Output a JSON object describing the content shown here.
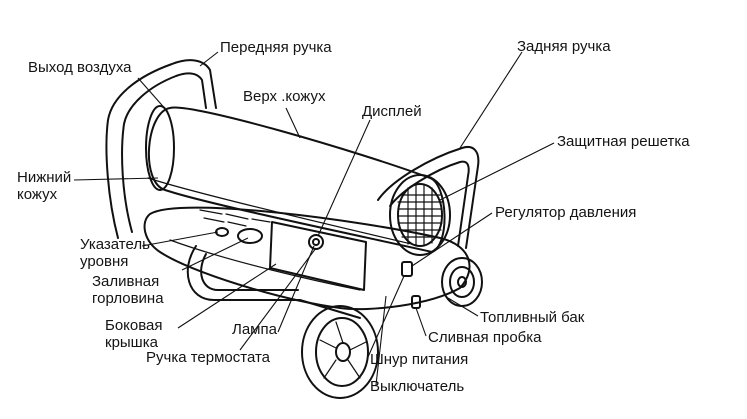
{
  "labels": {
    "air_outlet": "Выход воздуха",
    "front_handle": "Передняя ручка",
    "rear_handle": "Задняя ручка",
    "upper_casing": "Верх .кожух",
    "display": "Дисплей",
    "protective_grille": "Защитная решетка",
    "lower_casing_1": "Нижний",
    "lower_casing_2": "кожух",
    "pressure_regulator": "Регулятор давления",
    "level_indicator_1": "Указатель",
    "level_indicator_2": "уровня",
    "filler_neck_1": "Заливная",
    "filler_neck_2": "горловина",
    "side_cover_1": "Боковая",
    "side_cover_2": "крышка",
    "lamp": "Лампа",
    "thermostat_knob": "Ручка термостата",
    "fuel_tank": "Топливный бак",
    "drain_plug": "Сливная пробка",
    "power_cord": "Шнур питания",
    "switch": "Выключатель"
  },
  "colors": {
    "ink": "#111111",
    "background": "#ffffff"
  }
}
